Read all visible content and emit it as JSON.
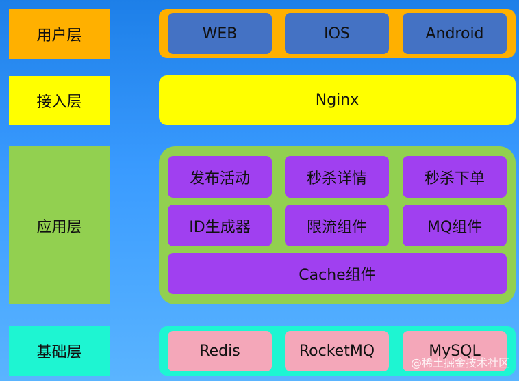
{
  "layers": {
    "user": {
      "label": "用户层",
      "items": [
        "WEB",
        "IOS",
        "Android"
      ]
    },
    "access": {
      "label": "接入层",
      "item": "Nginx"
    },
    "app": {
      "label": "应用层",
      "items": [
        "发布活动",
        "秒杀详情",
        "秒杀下单",
        "ID生成器",
        "限流组件",
        "MQ组件"
      ],
      "wide_item": "Cache组件"
    },
    "base": {
      "label": "基础层",
      "items": [
        "Redis",
        "RocketMQ",
        "MySQL"
      ]
    }
  },
  "watermark": "@稀土掘金技术社区",
  "colors": {
    "background": "#3a9bff",
    "user_layer": "#ffb000",
    "user_item": "#4472c4",
    "access_layer": "#ffff00",
    "app_layer": "#92d050",
    "app_item": "#a040f0",
    "base_layer": "#1ef5d2",
    "base_item": "#f4a7b9"
  }
}
